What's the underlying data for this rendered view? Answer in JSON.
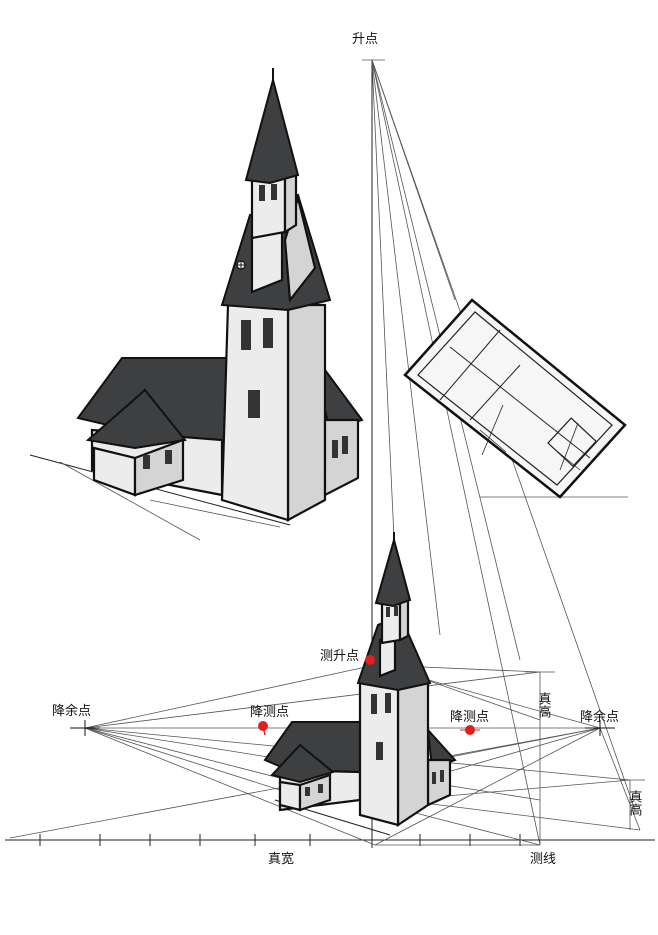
{
  "labels": {
    "vp_up": "升点",
    "measure_up_point": "测升点",
    "vp_left": "降余点",
    "vp_right": "降余点",
    "measure_point_left": "降测点",
    "measure_point_right": "降测点",
    "true_height_1": "真高",
    "true_height_2": "真高",
    "true_width": "真宽",
    "measure_line": "测线"
  },
  "colors": {
    "roof": "#3d3f41",
    "wall": "#ececec",
    "marker": "#e02020",
    "line": "#555555"
  }
}
